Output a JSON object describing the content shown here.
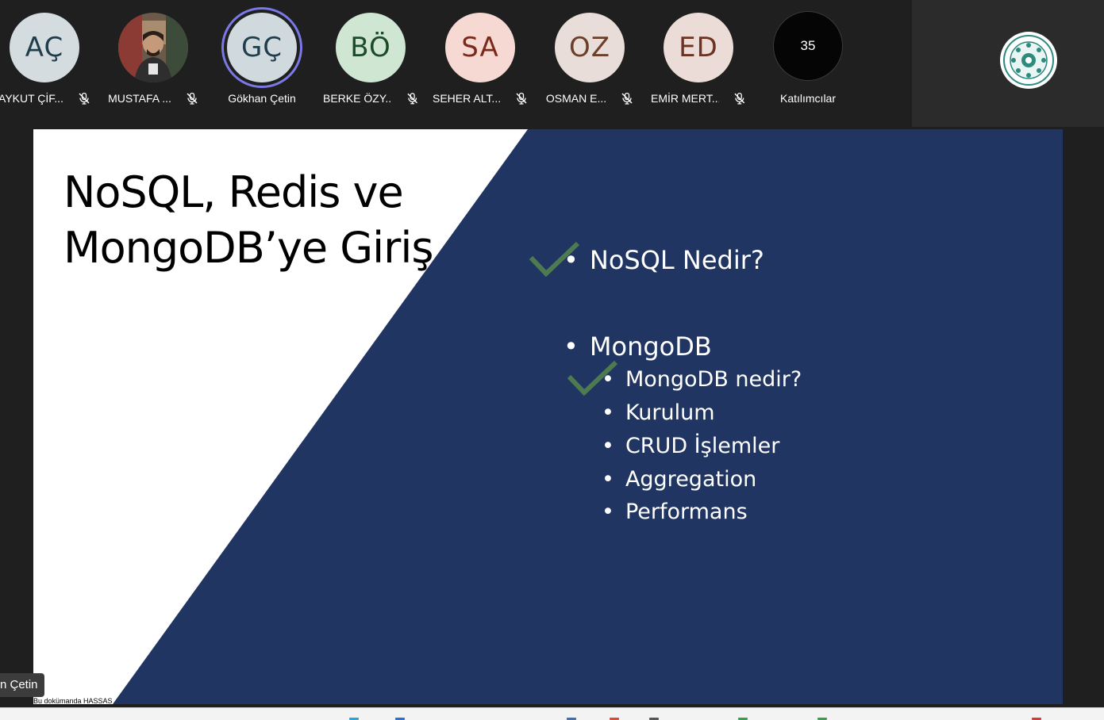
{
  "participants": [
    {
      "initials": "AÇ",
      "name": "AYKUT ÇİF...",
      "muted": true,
      "bg": "#d5dce0",
      "fg": "#1f3d4a",
      "photo": false
    },
    {
      "initials": "",
      "name": "MUSTAFA ...",
      "muted": true,
      "photo": true
    },
    {
      "initials": "GÇ",
      "name": "Gökhan Çetin",
      "muted": false,
      "bg": "#cfd9de",
      "fg": "#1f3d4a",
      "speaking": true
    },
    {
      "initials": "BÖ",
      "name": "BERKE ÖZY...",
      "muted": true,
      "bg": "#cfe6d3",
      "fg": "#1d4b2a"
    },
    {
      "initials": "SA",
      "name": "SEHER ALT...",
      "muted": true,
      "bg": "#f7d9d3",
      "fg": "#7a2a1a"
    },
    {
      "initials": "OZ",
      "name": "OSMAN E...",
      "muted": true,
      "bg": "#e8ddd8",
      "fg": "#6b3f2a"
    },
    {
      "initials": "ED",
      "name": "EMİR MERT...",
      "muted": true,
      "bg": "#ecdcd8",
      "fg": "#6b3320"
    }
  ],
  "participants_count": {
    "value": "35",
    "label": "Katılımcılar"
  },
  "slide": {
    "title": "NoSQL, Redis ve MongoDB’ye Giriş",
    "bullets": [
      {
        "text": "NoSQL Nedir?",
        "level": 1,
        "checked": true
      },
      {
        "text": "MongoDB",
        "level": 1,
        "checked": false
      },
      {
        "text": "MongoDB nedir?",
        "level": 2,
        "checked": true
      },
      {
        "text": "Kurulum",
        "level": 2,
        "checked": false
      },
      {
        "text": "CRUD İşlemler",
        "level": 2,
        "checked": false
      },
      {
        "text": "Aggregation",
        "level": 2,
        "checked": false
      },
      {
        "text": "Performans",
        "level": 2,
        "checked": false
      }
    ],
    "footer_note": "Bu dokümanda HASSAS",
    "colors": {
      "navy": "#213562",
      "check": "#4e7a52"
    }
  },
  "presenter_tag": "n Çetin"
}
